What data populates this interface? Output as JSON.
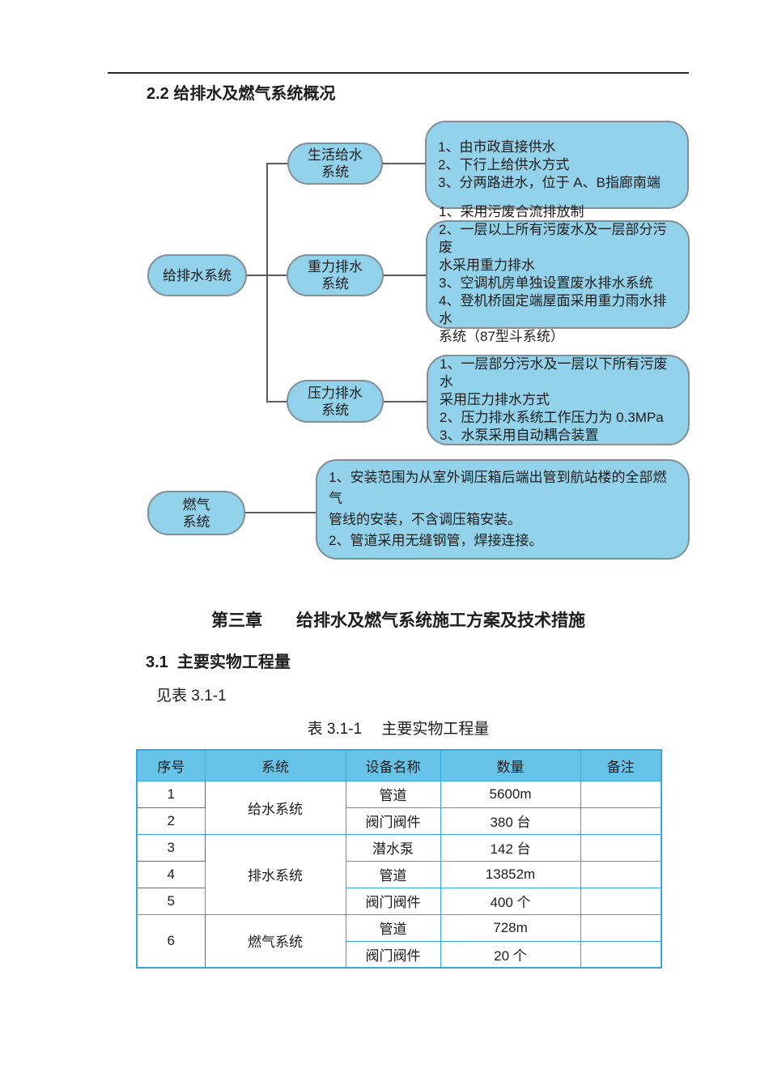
{
  "headings": {
    "section_2_2": "2.2 给排水及燃气系统概况",
    "chapter": "第三章　　给排水及燃气系统施工方案及技术措施",
    "section_3_1": "3.1  主要实物工程量",
    "see_table": "见表 3.1-1",
    "table_title": "表 3.1-1　 主要实物工程量"
  },
  "flowchart": {
    "nodes": {
      "supply_drainage": "给排水系统",
      "domestic_water": "生活给水\n系统",
      "gravity_drainage": "重力排水\n系统",
      "pressure_drainage": "压力排水\n系统",
      "gas": "燃气\n系统"
    },
    "details": {
      "domestic_water": "1、由市政直接供水\n2、下行上给供水方式\n3、分两路进水，位于 A、B指廊南端",
      "gravity_drainage": "1、采用污废合流排放制\n2、一层以上所有污废水及一层部分污废\n水采用重力排水\n3、空调机房单独设置废水排水系统\n4、登机桥固定端屋面采用重力雨水排水\n系统（87型斗系统）",
      "pressure_drainage": "1、一层部分污水及一层以下所有污废水\n采用压力排水方式\n2、压力排水系统工作压力为 0.3MPa\n3、水泵采用自动耦合装置",
      "gas": "1、安装范围为从室外调压箱后端出管到航站楼的全部燃气\n管线的安装，不含调压箱安装。\n2、管道采用无缝钢管，焊接连接。"
    }
  },
  "table": {
    "headers": [
      "序号",
      "系统",
      "设备名称",
      "数量",
      "备注"
    ],
    "rows": [
      {
        "no": "1",
        "system": "给水系统",
        "device": "管道",
        "qty": "5600m",
        "note": ""
      },
      {
        "no": "2",
        "device": "阀门阀件",
        "qty": "380 台",
        "note": ""
      },
      {
        "no": "3",
        "system": "排水系统",
        "device": "潜水泵",
        "qty": "142 台",
        "note": ""
      },
      {
        "no": "4",
        "device": "管道",
        "qty": "13852m",
        "note": ""
      },
      {
        "no": "5",
        "device": "阀门阀件",
        "qty": "400 个",
        "note": ""
      },
      {
        "no": "6",
        "system": "燃气系统",
        "device": "管道",
        "qty": "728m",
        "note": ""
      },
      {
        "device": "阀门阀件",
        "qty": "20 个",
        "note": ""
      }
    ]
  },
  "colors": {
    "table_border": "#35a7dc",
    "table_header_fill": "#68c3e8",
    "flowchart_fill": "#92d2ea",
    "flowchart_border": "#828f98"
  }
}
